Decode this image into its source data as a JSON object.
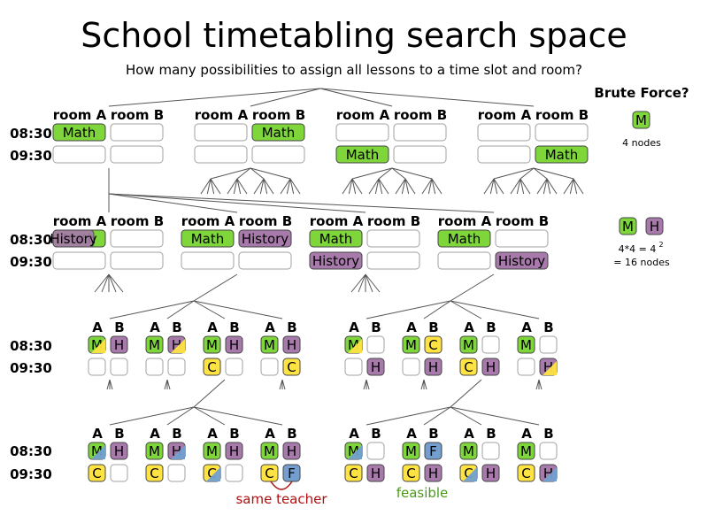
{
  "title": "School timetabling search space",
  "subtitle": "How many possibilities to assign all lessons to a time slot and room?",
  "labels": {
    "room_a": "room A",
    "room_b": "room B",
    "col_a": "A",
    "col_b": "B",
    "slot_1": "08:30",
    "slot_2": "09:30"
  },
  "lessons": {
    "math": "Math",
    "history": "History",
    "m": "M",
    "h": "H",
    "c": "C",
    "f": "F"
  },
  "brute_force": {
    "title": "Brute Force?",
    "level1": "4 nodes",
    "level2_formula": "4*4 = 4",
    "level2_exp": "2",
    "level2_total": "= 16 nodes"
  },
  "annotations": {
    "same_teacher": "same teacher",
    "feasible": "feasible"
  },
  "colors": {
    "math": "#7ed63a",
    "history": "#a77aab",
    "c_lesson": "#ffe342",
    "f_lesson": "#729fcf",
    "empty_border": "#a0a0a0",
    "tree_line": "#555555",
    "same_teacher": "#b01010",
    "feasible": "#4a9a1a"
  }
}
